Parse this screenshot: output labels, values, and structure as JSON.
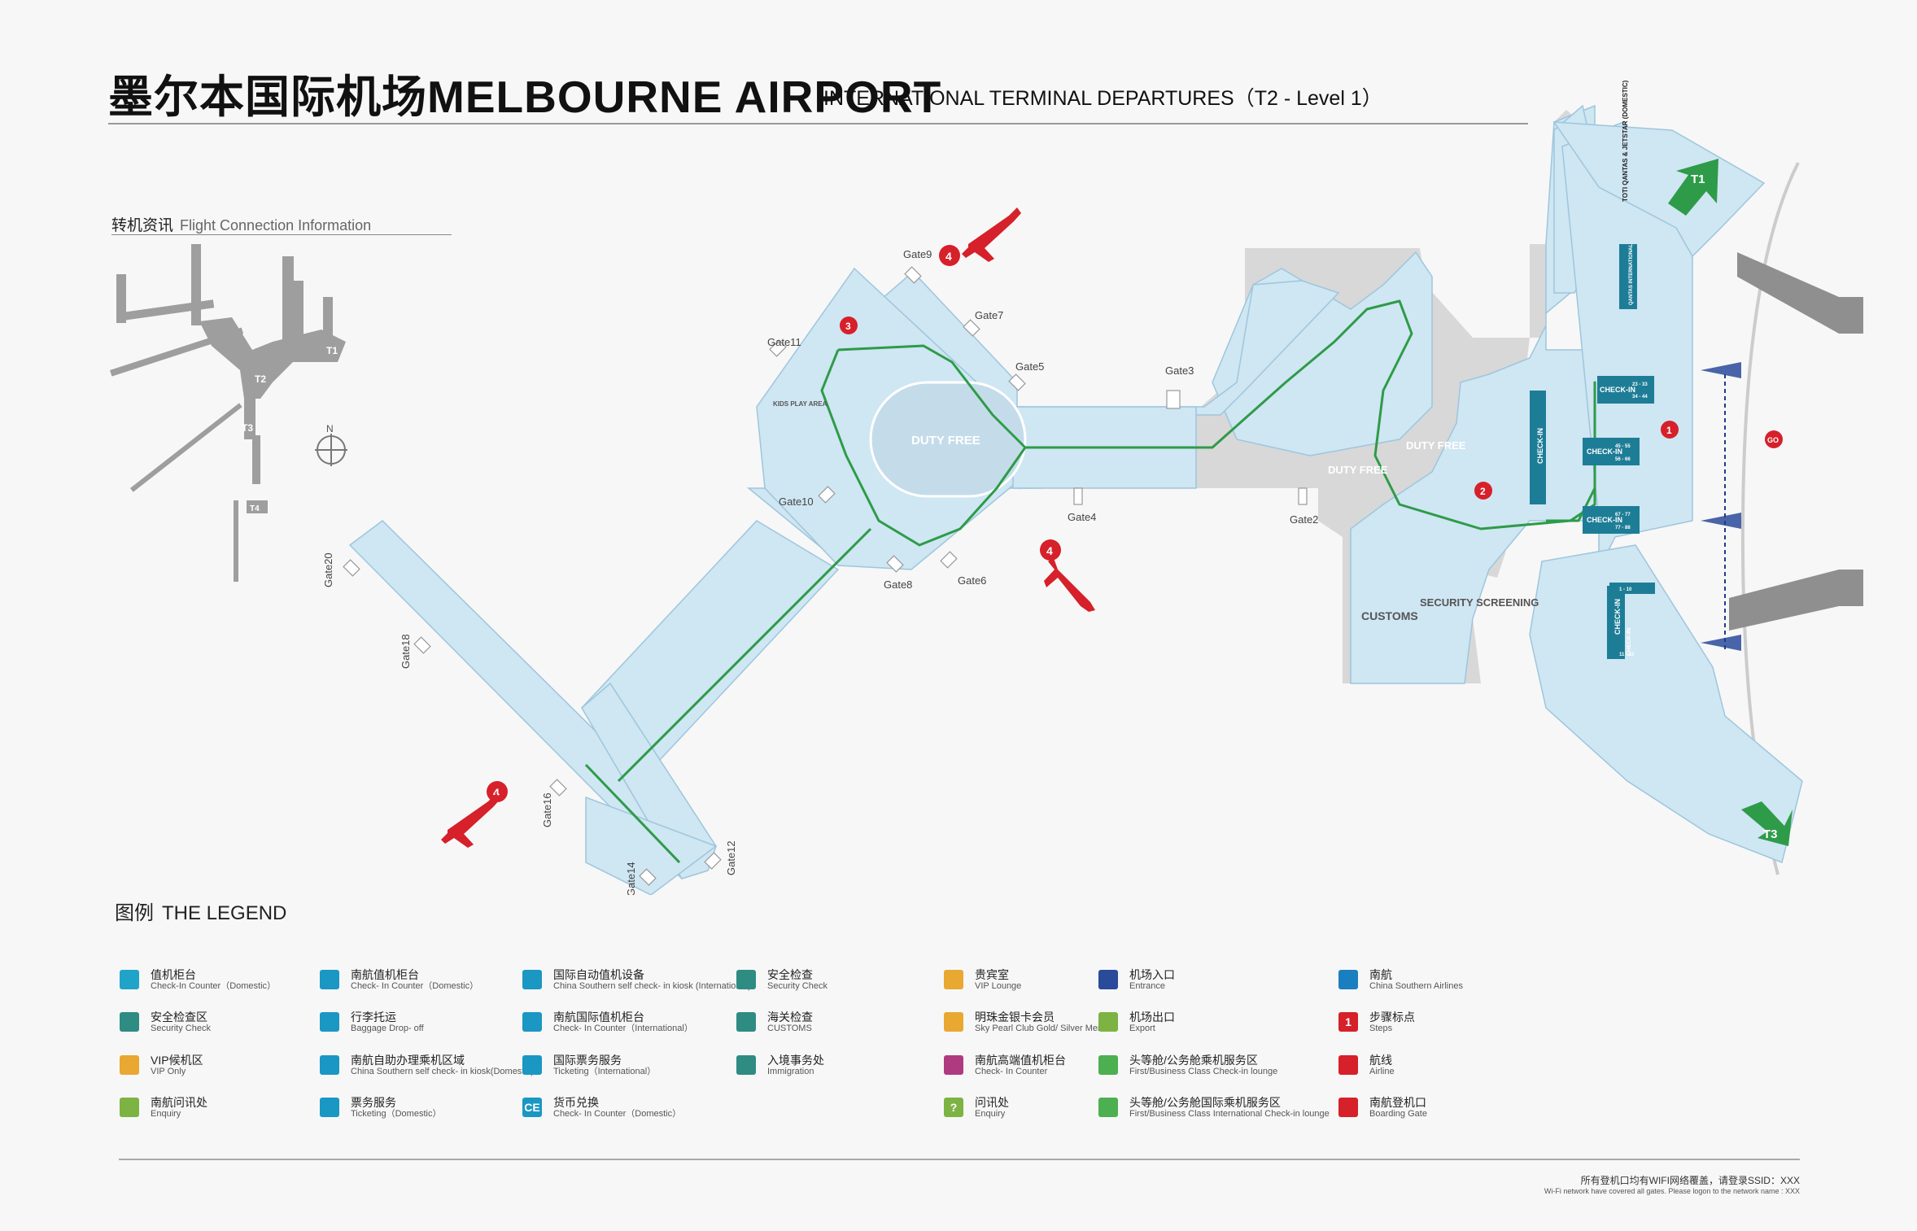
{
  "header": {
    "title": "墨尔本国际机场MELBOURNE  AIRPORT",
    "subtitle": "INTERNATIONAL TERMINAL DEPARTURES（T2 - Level 1）"
  },
  "connection": {
    "title_zh": "转机资讯",
    "title_en": "Flight Connection Information",
    "labels": [
      "T1",
      "T2",
      "T3",
      "T4"
    ],
    "north": "N"
  },
  "map": {
    "gates": [
      "Gate9",
      "Gate7",
      "Gate11",
      "Gate5",
      "Gate3",
      "Gate10",
      "Gate4",
      "Gate2",
      "Gate8",
      "Gate6",
      "Gate20",
      "Gate18",
      "Gate16",
      "Gate14",
      "Gate12"
    ],
    "areas": [
      "DUTY FREE",
      "DUTY FREE",
      "DUTY FREE",
      "KIDS PLAY AREA",
      "CUSTOMS",
      "SECURITY SCREENING"
    ],
    "checkin": [
      "CHECK-IN",
      "CHECK-IN",
      "CHECK-IN",
      "CHECK-IN",
      "CHECK-IN",
      "CHECK-IN"
    ],
    "checkin_ranges": [
      "23 - 33",
      "34 - 44",
      "45 - 55",
      "56 - 66",
      "67 - 77",
      "77 - 88",
      "1 - 10",
      "11 - 22"
    ],
    "airline_labels": [
      "TOTI QANTAS & JETSTAR (DOMESTIC)",
      "QANTAS INTERNATIONAL"
    ],
    "steps_markers": [
      "1",
      "2",
      "3",
      "4",
      "4",
      "4"
    ],
    "terminal_arrows": [
      "T1",
      "T3"
    ],
    "go_badge": "GO"
  },
  "legend": {
    "title_zh": "图例",
    "title_en": "THE LEGEND",
    "items": [
      {
        "zh": "值机柜台",
        "en": "Check-In Counter（Domestic）",
        "icon": "check-in-counter",
        "color": "#1fa3c9"
      },
      {
        "zh": "安全检查区",
        "en": "Security Check",
        "icon": "security-check-area",
        "color": "#2e8c82"
      },
      {
        "zh": "VIP候机区",
        "en": "VIP Only",
        "icon": "vip-area",
        "color": "#e8a832"
      },
      {
        "zh": "南航问讯处",
        "en": "Enquiry",
        "icon": "enquiry-area",
        "color": "#7cb342"
      },
      {
        "zh": "南航值机柜台",
        "en": "Check- In Counter（Domestic）",
        "icon": "cs-check-in",
        "color": "#1a97c3"
      },
      {
        "zh": "行李托运",
        "en": "Baggage Drop- off",
        "icon": "baggage-drop",
        "color": "#1a97c3"
      },
      {
        "zh": "南航自助办理乘机区域",
        "en": "China Southern self check- in kiosk(Domestic)",
        "icon": "self-kiosk-domestic",
        "color": "#1a97c3"
      },
      {
        "zh": "票务服务",
        "en": "Ticketing（Domestic）",
        "icon": "ticketing-domestic",
        "color": "#1a97c3"
      },
      {
        "zh": "国际自动值机设备",
        "en": "China Southern self check- in kiosk (International)",
        "icon": "self-kiosk-intl",
        "color": "#1a97c3"
      },
      {
        "zh": "南航国际值机柜台",
        "en": "Check- In Counter（International）",
        "icon": "cs-check-in-intl",
        "color": "#1a97c3"
      },
      {
        "zh": "国际票务服务",
        "en": "Ticketing（International）",
        "icon": "ticketing-intl",
        "color": "#1a97c3"
      },
      {
        "zh": "货币兑换",
        "en": "Check- In Counter（Domestic）",
        "icon": "currency-exchange",
        "color": "#1a97c3",
        "glyph": "CE"
      },
      {
        "zh": "安全检查",
        "en": "Security Check",
        "icon": "security-check",
        "color": "#2e8c82"
      },
      {
        "zh": "海关检查",
        "en": "CUSTOMS",
        "icon": "customs",
        "color": "#2e8c82"
      },
      {
        "zh": "入境事务处",
        "en": "Immigration",
        "icon": "immigration",
        "color": "#2e8c82"
      },
      {
        "zh": "贵宾室",
        "en": "VIP Lounge",
        "icon": "vip-lounge",
        "color": "#e8a832"
      },
      {
        "zh": "明珠金银卡会员",
        "en": "Sky Pearl Club Gold/ Silver Member",
        "icon": "sky-pearl-member",
        "color": "#e8a832"
      },
      {
        "zh": "南航高端值机柜台",
        "en": "Check- In Counter",
        "icon": "premium-check-in",
        "color": "#b03a80"
      },
      {
        "zh": "问讯处",
        "en": "Enquiry",
        "icon": "enquiry",
        "color": "#7cb342",
        "glyph": "?"
      },
      {
        "zh": "机场入口",
        "en": "Entrance",
        "icon": "entrance",
        "color": "#2a4a9a"
      },
      {
        "zh": "机场出口",
        "en": "Export",
        "icon": "exit",
        "color": "#7cb342"
      },
      {
        "zh": "头等舱/公务舱乘机服务区",
        "en": "First/Business Class Check-in lounge",
        "icon": "first-class-lounge",
        "color": "#4caf50"
      },
      {
        "zh": "头等舱/公务舱国际乘机服务区",
        "en": "First/Business Class International Check-in lounge",
        "icon": "first-class-intl-lounge",
        "color": "#4caf50"
      },
      {
        "zh": "南航",
        "en": "China Southern Airlines",
        "icon": "china-southern-logo",
        "color": "#1a7fc0"
      },
      {
        "zh": "步骤标点",
        "en": "Steps",
        "icon": "steps-marker",
        "color": "#d6202a",
        "glyph": "1"
      },
      {
        "zh": "航线",
        "en": "Airline",
        "icon": "airline-route",
        "color": "#d6202a"
      },
      {
        "zh": "南航登机口",
        "en": "Boarding Gate",
        "icon": "boarding-gate",
        "color": "#d6202a"
      }
    ]
  },
  "footer": {
    "wifi_zh": "所有登机口均有WIFI网络覆盖，请登录SSID：XXX",
    "wifi_en": "Wi-Fi network have covered all gates. Please logon to the network name : XXX"
  }
}
